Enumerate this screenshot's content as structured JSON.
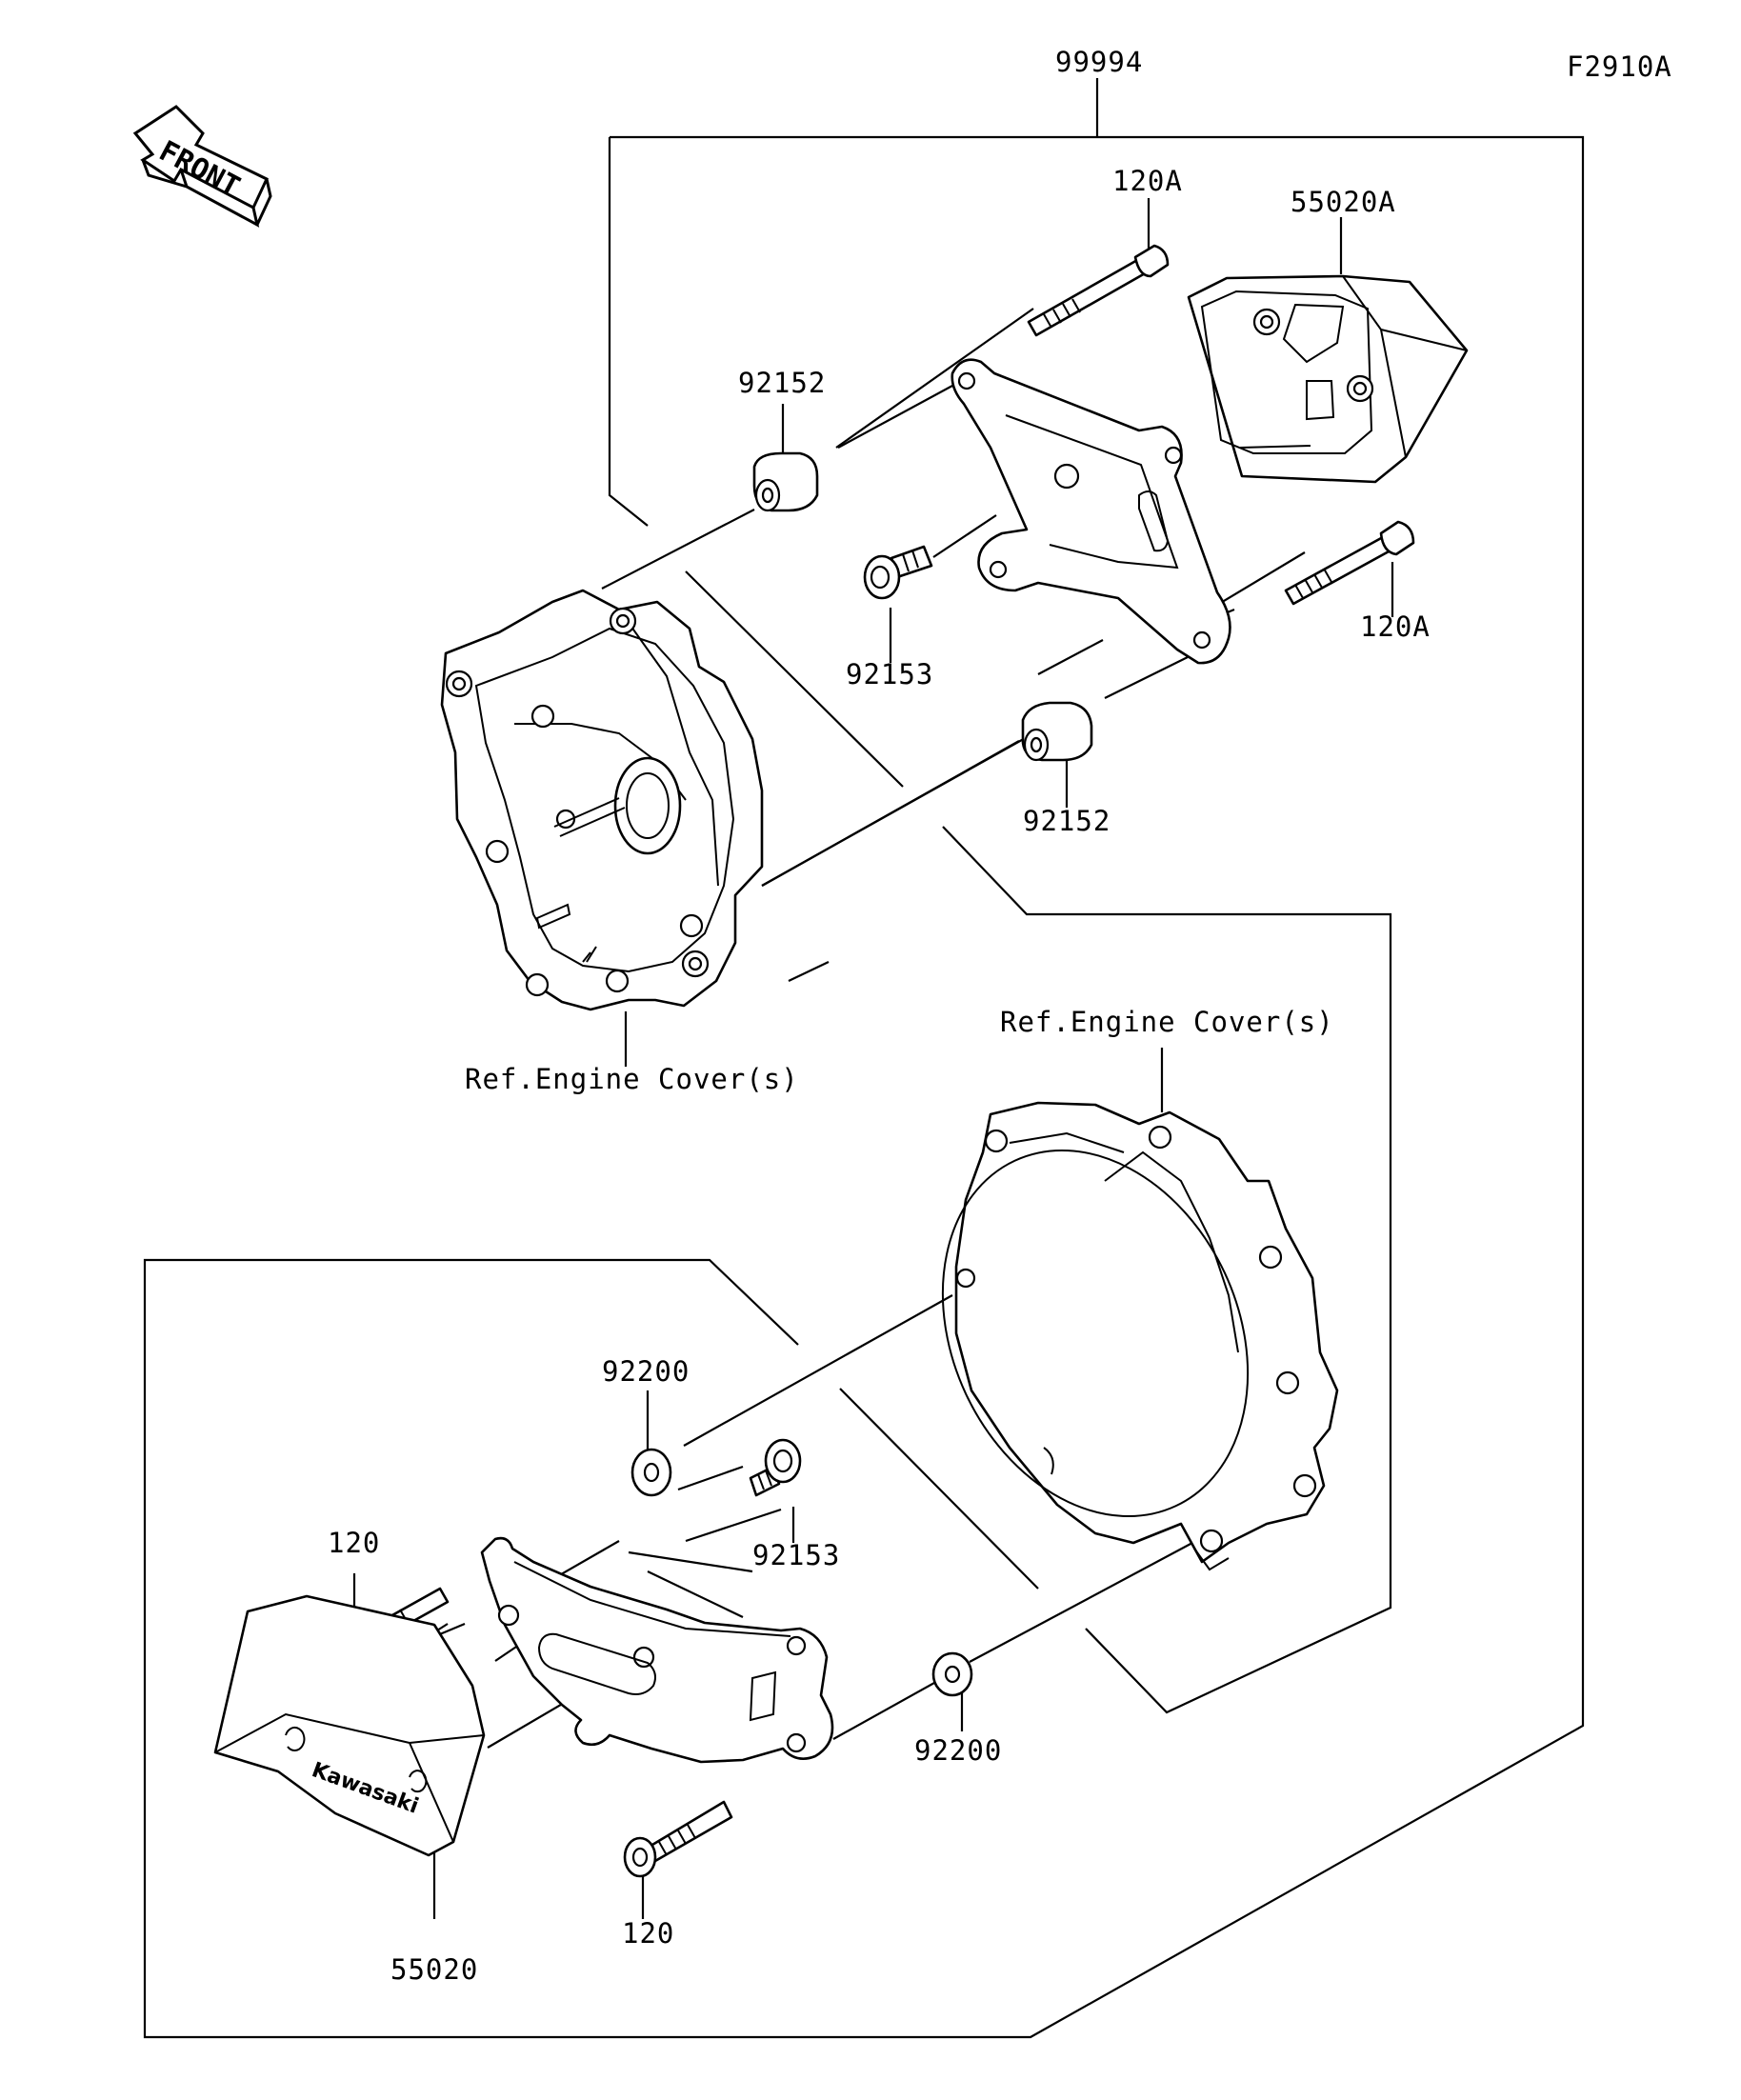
{
  "figure_code": "F2910A",
  "front_marker": "FRONT",
  "brand_logo": "Kawasaki",
  "labels": {
    "kit": "99994",
    "bolt_upper_a": "120A",
    "cover_upper_a": "55020A",
    "collar_upper": "92152",
    "bolt_mid": "92153",
    "bolt_right_a": "120A",
    "collar_lower": "92152",
    "ref_left": "Ref.Engine Cover(s)",
    "ref_right": "Ref.Engine Cover(s)",
    "washer_upper": "92200",
    "bolt_lower_mid": "92153",
    "bolt_left": "120",
    "washer_lower": "92200",
    "cover_lower": "55020",
    "bolt_bottom": "120"
  }
}
